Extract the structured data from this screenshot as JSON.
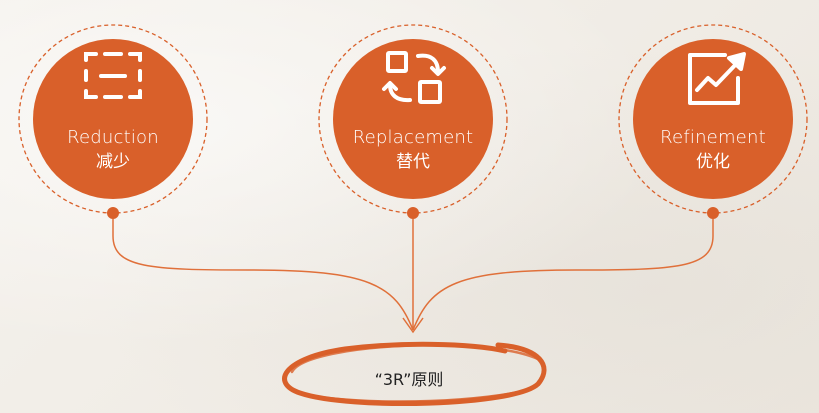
{
  "colors": {
    "accent": "#d9602a",
    "dash": "#d9602a",
    "connector": "#e0703a",
    "text_light": "#ffffff",
    "text_dark": "#222222"
  },
  "items": [
    {
      "en": "Reduction",
      "zh": "减少",
      "icon": "dashed-frame-minus-icon"
    },
    {
      "en": "Replacement",
      "zh": "替代",
      "icon": "swap-squares-icon"
    },
    {
      "en": "Refinement",
      "zh": "优化",
      "icon": "trend-up-chart-icon"
    }
  ],
  "result": {
    "label": "“3R”原则"
  }
}
